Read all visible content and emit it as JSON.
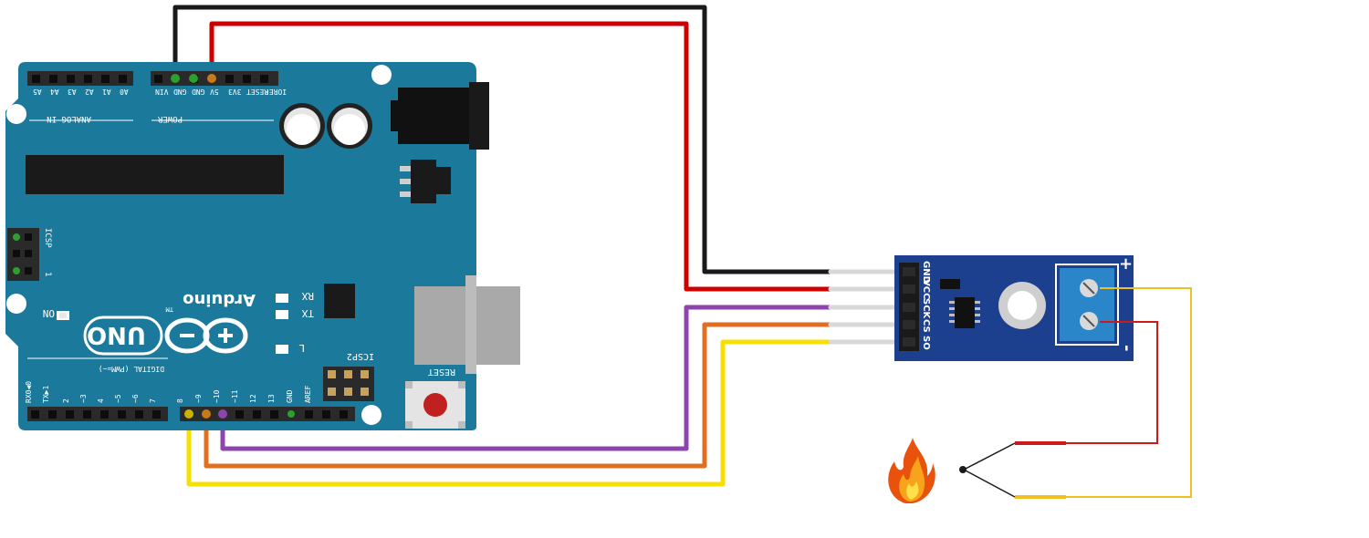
{
  "board": {
    "analog_header": "ANALOG IN",
    "analog_pins": [
      "A5",
      "A4",
      "A3",
      "A2",
      "A1",
      "A0"
    ],
    "power_header": "POWER",
    "power_pins": [
      "VIN",
      "GND",
      "GND",
      "5V",
      "3V3",
      "RESET",
      "IOREF"
    ],
    "icsp": "ICSP",
    "icsp2": "ICSP2",
    "icsp_pin1": "1",
    "brand": "Arduino",
    "trademark": "TM",
    "model": "UNO",
    "on_label": "ON",
    "rx_label": "RX",
    "tx_label": "TX",
    "l_label": "L",
    "reset_label": "RESET",
    "digital_header": "DIGITAL (PWM=~)",
    "digital_pins": [
      "RX0◀0",
      "TX▶1",
      "2",
      "~3",
      "4",
      "~5",
      "~6",
      "7",
      "8",
      "~9",
      "~10",
      "~11",
      "12",
      "13",
      "GND",
      "AREF"
    ]
  },
  "module": {
    "pins": [
      "GND",
      "VCC",
      "SCK",
      "CS",
      "SO"
    ],
    "plus": "+",
    "minus": "-"
  },
  "wires": [
    {
      "name": "wire-black-gnd",
      "color": "#1a1a1a",
      "from": "GND",
      "to": "GND"
    },
    {
      "name": "wire-red-5v",
      "color": "#cc0000",
      "from": "5V",
      "to": "VCC"
    },
    {
      "name": "wire-purple-10",
      "color": "#8e44ad",
      "from": "~10",
      "to": "SCK"
    },
    {
      "name": "wire-orange-9",
      "color": "#e07020",
      "from": "~9",
      "to": "CS"
    },
    {
      "name": "wire-yellow-8",
      "color": "#f5e000",
      "from": "8",
      "to": "SO"
    }
  ],
  "colors": {
    "board": "#1b7a9c",
    "module": "#1c3f8e",
    "terminal": "#2a86c8"
  },
  "icons": [
    "flame-icon",
    "thermocouple-junction"
  ]
}
